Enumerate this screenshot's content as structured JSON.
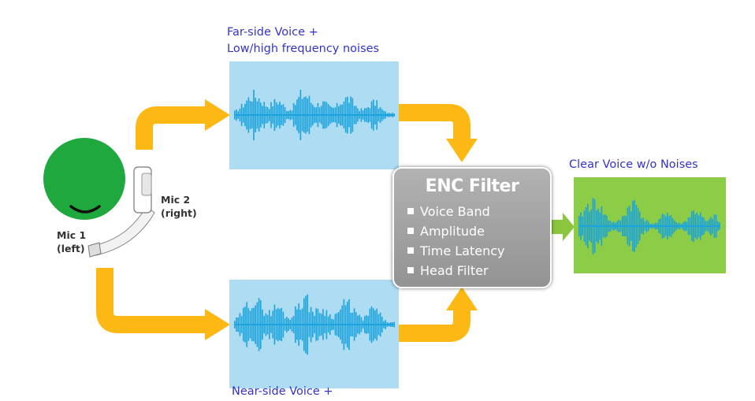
{
  "diagram": {
    "far_side_label": [
      "Far-side Voice +",
      "Low/high frequency noises"
    ],
    "near_side_label": "Near-side Voice +",
    "output_label": "Clear Voice w/o Noises",
    "mic1_label": "Mic 1\n(left)",
    "mic2_label": "Mic 2\n(right)",
    "filter": {
      "title": "ENC Filter",
      "items": [
        "Voice Band",
        "Amplitude",
        "Time Latency",
        "Head Filter"
      ]
    },
    "colors": {
      "head": "#1fa83e",
      "arrow": "#fdb813",
      "output_arrow": "#8cc63f",
      "input_panel": "#aedcf2",
      "output_panel": "#8dcc47",
      "waveform": "#1aa3dc",
      "label_text": "#3333cc"
    }
  }
}
